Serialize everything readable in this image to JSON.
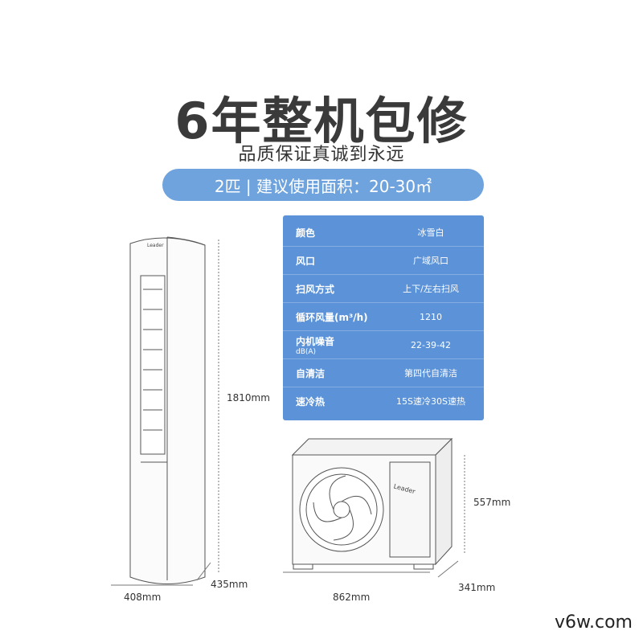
{
  "title": "6年整机包修",
  "subtitle": "品质保证真诚到永远",
  "banner": "2匹 | 建议使用面积：20-30㎡",
  "specs": [
    {
      "label": "颜色",
      "sub": "",
      "value": "冰雪白"
    },
    {
      "label": "风口",
      "sub": "",
      "value": "广域风口"
    },
    {
      "label": "扫风方式",
      "sub": "",
      "value": "上下/左右扫风"
    },
    {
      "label": "循环风量(m³/h)",
      "sub": "",
      "value": "1210"
    },
    {
      "label": "内机噪音",
      "sub": "dB(A)",
      "value": "22-39-42"
    },
    {
      "label": "自清洁",
      "sub": "",
      "value": "第四代自清洁"
    },
    {
      "label": "速冷热",
      "sub": "",
      "value": "15S速冷30S速热"
    }
  ],
  "indoor": {
    "height": "1810mm",
    "width": "408mm",
    "depth": "435mm",
    "logo": "Leader"
  },
  "outdoor": {
    "height": "557mm",
    "width": "862mm",
    "depth": "341mm",
    "logo": "Leader"
  },
  "watermark": "v6w.com",
  "colors": {
    "accent": "#6fa3dd",
    "table": "#5b92d8"
  }
}
